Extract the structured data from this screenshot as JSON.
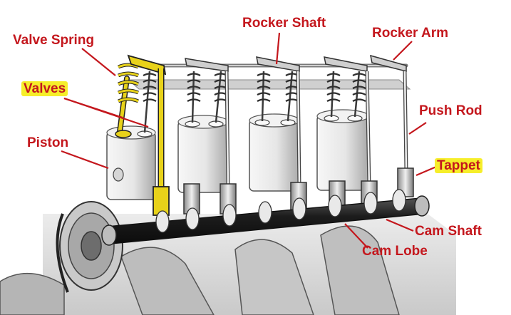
{
  "labels": {
    "valve_spring": "Valve Spring",
    "rocker_shaft": "Rocker Shaft",
    "rocker_arm": "Rocker Arm",
    "valves": "Valves",
    "push_rod": "Push Rod",
    "piston": "Piston",
    "tappet": "Tappet",
    "cam_shaft": "Cam Shaft",
    "cam_lobe": "Cam Lobe"
  },
  "colors": {
    "label_text": "#c4171d",
    "leader_line": "#c4171d",
    "highlight": "#f6ee2a",
    "highlighted_part": "#e8d21a",
    "metal_light": "#e9e9e9",
    "metal_mid": "#b9b9b9",
    "metal_dark": "#222222"
  },
  "highlighted_labels": [
    "Valves",
    "Tappet"
  ]
}
